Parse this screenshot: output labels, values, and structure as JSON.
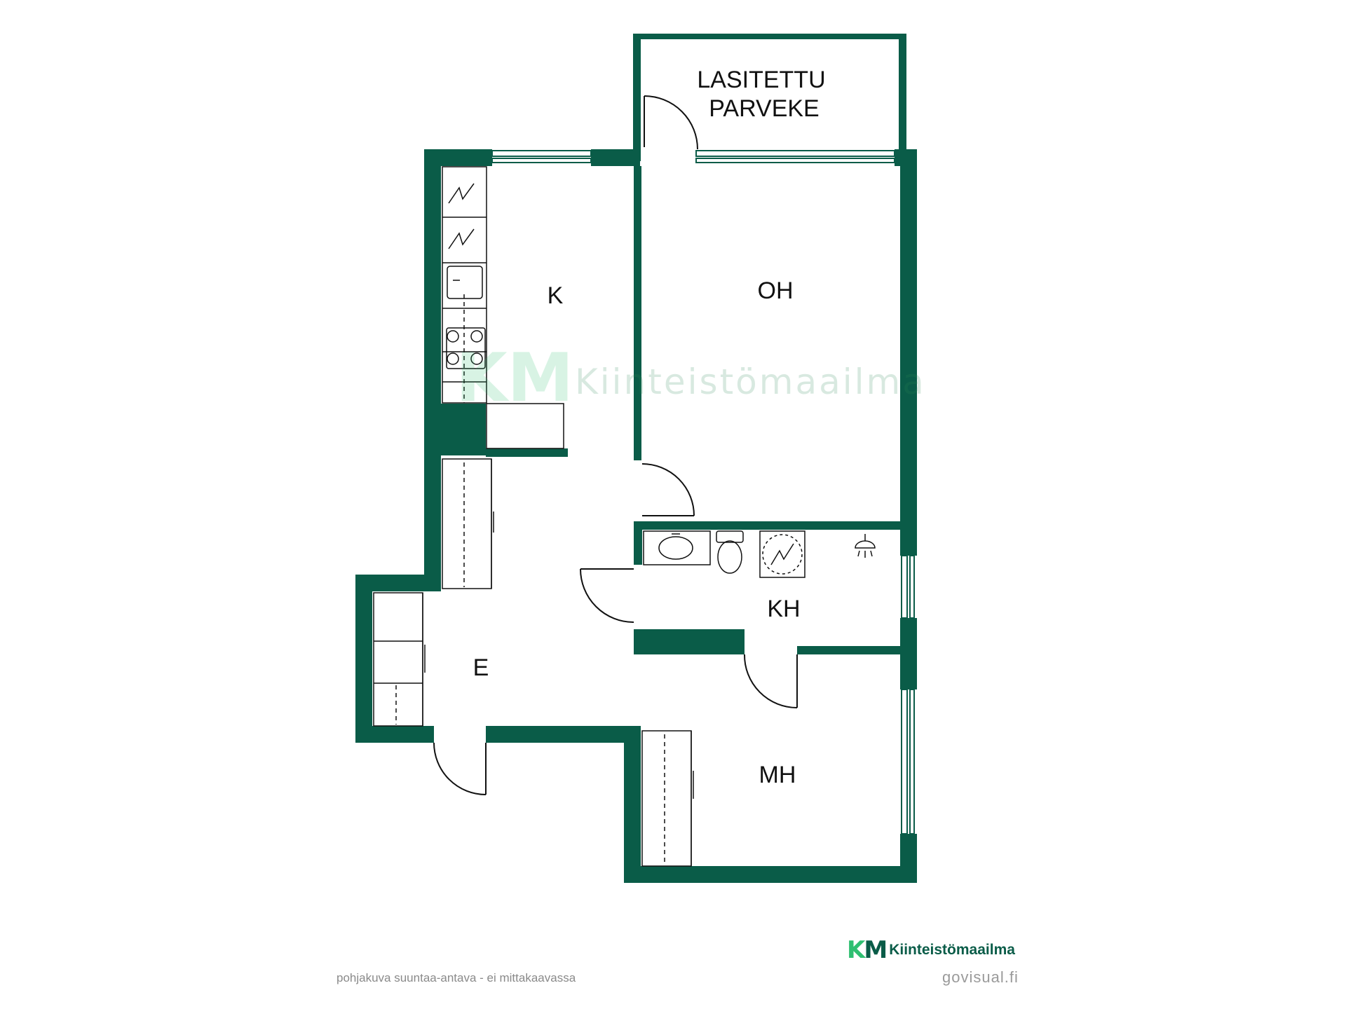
{
  "rooms": {
    "balcony_line1": "LASITETTU",
    "balcony_line2": "PARVEKE",
    "kitchen": "K",
    "living": "OH",
    "bathroom": "KH",
    "entrance": "E",
    "bedroom": "MH"
  },
  "watermark": {
    "logo": "KM",
    "name": "Kiinteistömaailma"
  },
  "footer": {
    "note": "pohjakuva suuntaa-antava - ei mittakaavassa",
    "brand_logo_k": "K",
    "brand_logo_m": "M",
    "brand_name": "Kiinteistömaailma",
    "credit": "govisual.fi"
  },
  "colors": {
    "wall": "#0a5c48",
    "accent": "#2fbf71",
    "text": "#111111",
    "muted": "#8a8a8a"
  }
}
